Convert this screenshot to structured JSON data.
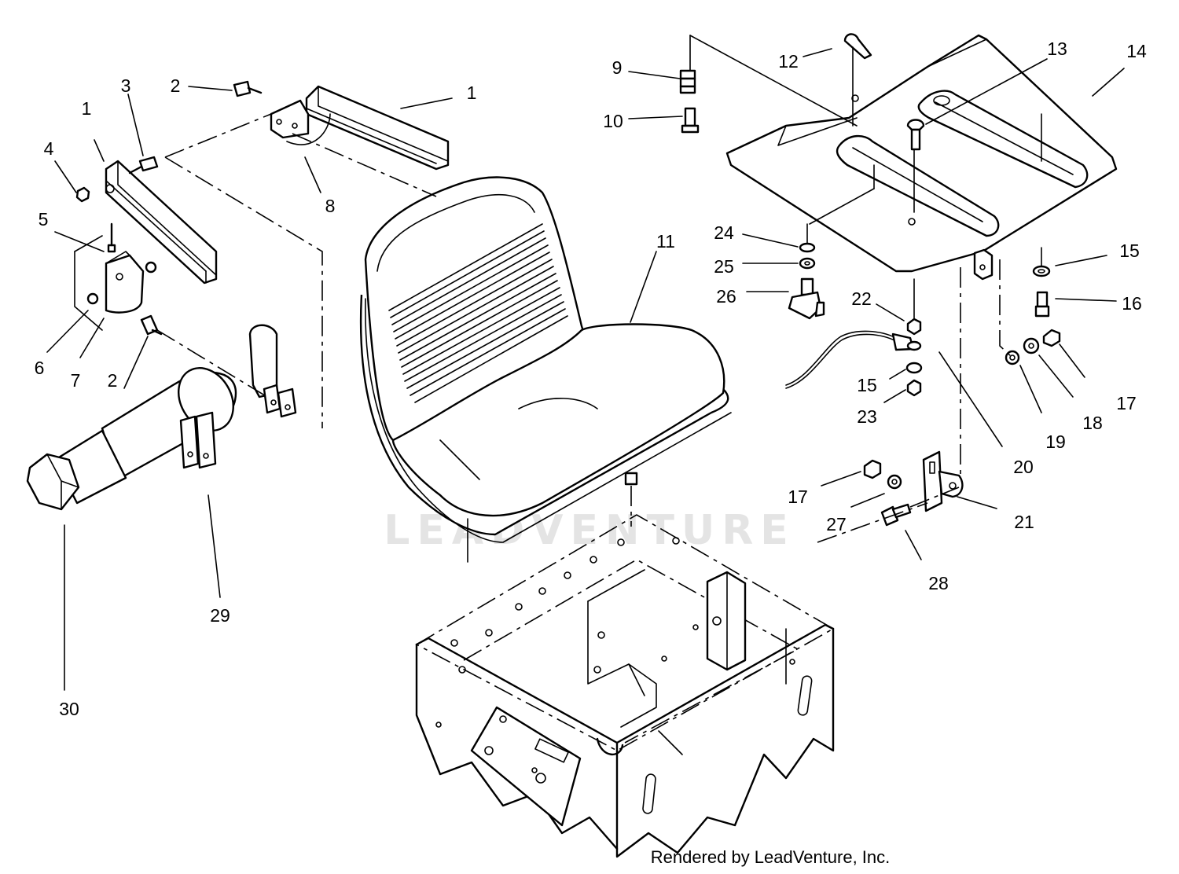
{
  "diagram": {
    "callouts": [
      {
        "id": "c1a",
        "number": "1"
      },
      {
        "id": "c1b",
        "number": "1"
      },
      {
        "id": "c2a",
        "number": "2"
      },
      {
        "id": "c2b",
        "number": "2"
      },
      {
        "id": "c3",
        "number": "3"
      },
      {
        "id": "c4",
        "number": "4"
      },
      {
        "id": "c5",
        "number": "5"
      },
      {
        "id": "c6",
        "number": "6"
      },
      {
        "id": "c7",
        "number": "7"
      },
      {
        "id": "c8",
        "number": "8"
      },
      {
        "id": "c9",
        "number": "9"
      },
      {
        "id": "c10",
        "number": "10"
      },
      {
        "id": "c11",
        "number": "11"
      },
      {
        "id": "c12",
        "number": "12"
      },
      {
        "id": "c13",
        "number": "13"
      },
      {
        "id": "c14",
        "number": "14"
      },
      {
        "id": "c15a",
        "number": "15"
      },
      {
        "id": "c15b",
        "number": "15"
      },
      {
        "id": "c16",
        "number": "16"
      },
      {
        "id": "c17a",
        "number": "17"
      },
      {
        "id": "c17b",
        "number": "17"
      },
      {
        "id": "c18",
        "number": "18"
      },
      {
        "id": "c19",
        "number": "19"
      },
      {
        "id": "c20",
        "number": "20"
      },
      {
        "id": "c21",
        "number": "21"
      },
      {
        "id": "c22",
        "number": "22"
      },
      {
        "id": "c23",
        "number": "23"
      },
      {
        "id": "c24",
        "number": "24"
      },
      {
        "id": "c25",
        "number": "25"
      },
      {
        "id": "c26",
        "number": "26"
      },
      {
        "id": "c27",
        "number": "27"
      },
      {
        "id": "c28",
        "number": "28"
      },
      {
        "id": "c29",
        "number": "29"
      },
      {
        "id": "c30",
        "number": "30"
      }
    ]
  },
  "watermark": "LEADVENTURE",
  "credit": "Rendered by LeadVenture, Inc.",
  "colors": {
    "ink": "#000000",
    "watermark": "#e4e4e4",
    "paper": "#ffffff"
  }
}
